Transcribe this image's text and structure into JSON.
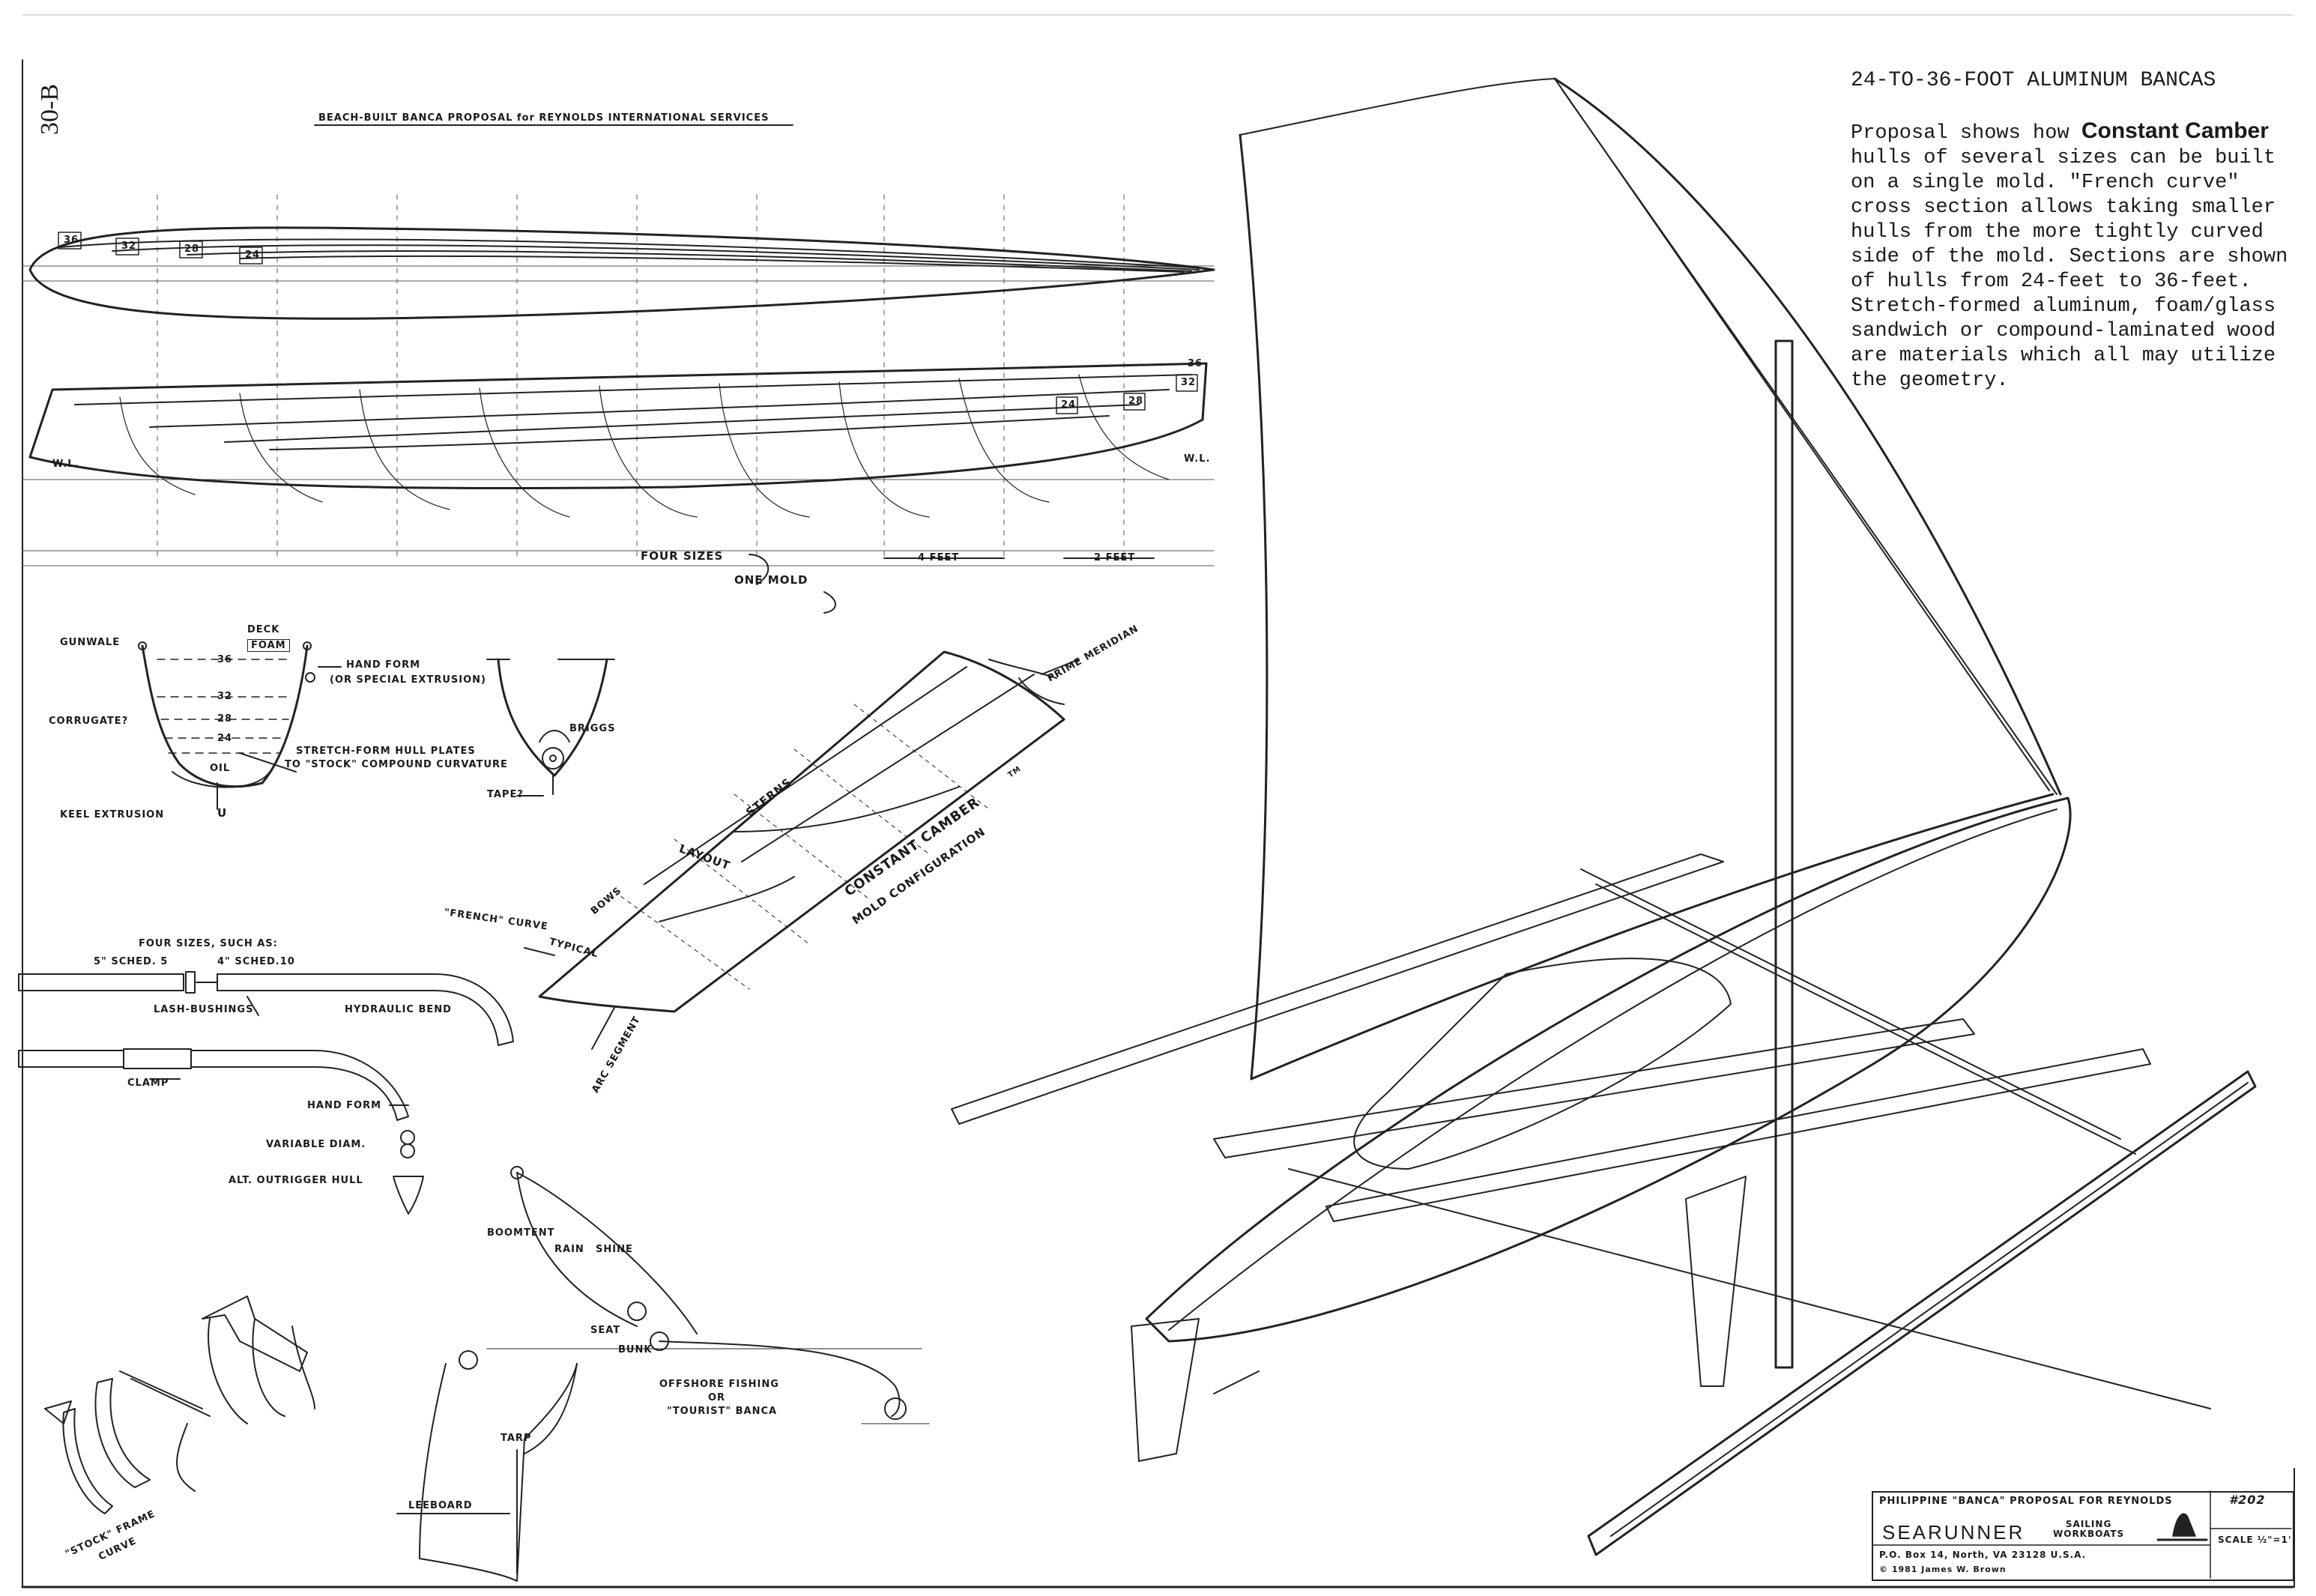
{
  "page": {
    "number": "30-B"
  },
  "description": {
    "title": "24-TO-36-FOOT ALUMINUM BANCAS",
    "lines": [
      "Proposal shows how ",
      "Constant Camber",
      " hulls of several sizes can be built on a single mold. \"French curve\" cross section allows taking smaller hulls from the more tightly curved side of the mold. Sections are shown of hulls from 24-feet to 36-feet.  Stretch-formed aluminum, foam/glass sandwich or compound-laminated wood are materials which all may utilize the geometry."
    ]
  },
  "hull_plan": {
    "title": "BEACH-BUILT BANCA PROPOSAL  for  REYNOLDS INTERNATIONAL SERVICES",
    "size_tags_top": [
      "36",
      "32",
      "28",
      "24"
    ],
    "size_tags_profile": [
      "24",
      "28",
      "32",
      "36"
    ],
    "wl_left": "W.L.",
    "wl_right": "W.L.",
    "four_sizes": "FOUR SIZES",
    "one_mold": "ONE MOLD",
    "dim_4ft": "4 FEET",
    "dim_2ft": "2 FEET"
  },
  "section": {
    "gunwale": "GUNWALE",
    "deck": "DECK",
    "foam": "FOAM",
    "corrugate": "CORRUGATE?",
    "sizes": [
      "36",
      "32",
      "28",
      "24"
    ],
    "oil": "OIL",
    "keel": "KEEL EXTRUSION",
    "keel_mark": "U",
    "hand_form": "HAND FORM",
    "special_extrusion": "(OR SPECIAL EXTRUSION)",
    "stretch_form_1": "STRETCH-FORM HULL PLATES",
    "stretch_form_2": "TO \"STOCK\" COMPOUND CURVATURE",
    "briggs": "BRIGGS",
    "tape": "TAPE?"
  },
  "mold": {
    "prime_meridian": "PRIME MERIDIAN",
    "sterns": "STERNS",
    "constant_camber": "CONSTANT CAMBER",
    "tm": "TM",
    "mold_config": "MOLD CONFIGURATION",
    "layout": "LAYOUT",
    "bows": "BOWS",
    "french_curve": "\"FRENCH\" CURVE",
    "typical": "TYPICAL",
    "arc_segment": "ARC SEGMENT"
  },
  "tubes": {
    "four_sizes": "FOUR SIZES, SUCH AS:",
    "sched5": "5\" SCHED. 5",
    "sched10": "4\" SCHED.10",
    "lash": "LASH-BUSHINGS",
    "hydraulic": "HYDRAULIC BEND",
    "clamp": "CLAMP",
    "hand_form": "HAND FORM",
    "variable": "VARIABLE DIAM.",
    "alt_outrigger": "ALT. OUTRIGGER HULL"
  },
  "boomtent": {
    "boomtent": "BOOMTENT",
    "rain": "RAIN",
    "shine": "SHINE",
    "seat": "SEAT",
    "bunk": "BUNK",
    "offshore": "OFFSHORE FISHING",
    "or": "OR",
    "tourist": "\"TOURIST\" BANCA",
    "tarp": "TARP",
    "leeboard": "LEEBOARD"
  },
  "frame": {
    "stock": "\"STOCK\" FRAME",
    "curve": "CURVE"
  },
  "title_block": {
    "proposal": "PHILIPPINE \"BANCA\" PROPOSAL FOR REYNOLDS",
    "drawing_no": "#202",
    "brand": "SEARUNNER",
    "sub1": "SAILING",
    "sub2": "WORKBOATS",
    "address": "P.O. Box 14, North, VA 23128 U.S.A.",
    "copyright": "© 1981 James W. Brown",
    "scale": "SCALE ½\"=1'"
  }
}
